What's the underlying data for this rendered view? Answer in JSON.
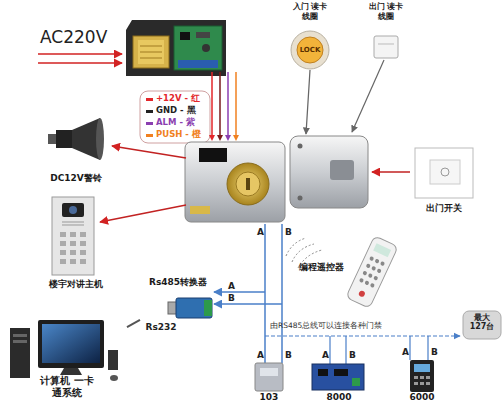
{
  "diagram": {
    "nodes": [
      {
        "text": [
          "入门 读卡线圈",
          "LOCK"
        ]
      },
      {
        "text": [
          "出门 读卡线圈"
        ]
      },
      {
        "text": [
          "DC12V警铃"
        ]
      },
      {
        "text": [
          "出门开关"
        ]
      },
      {
        "text": [
          "楼宇对讲主机"
        ]
      },
      {
        "text": [
          "编程遥控器"
        ]
      },
      {
        "text": [
          "Rs485转换器"
        ]
      },
      {
        "text": [
          "计算机 一卡通系统"
        ]
      },
      {
        "text": [
          "103"
        ]
      },
      {
        "text": [
          "8000"
        ]
      },
      {
        "text": [
          "6000"
        ]
      }
    ],
    "edges": [
      {
        "from": 7,
        "to": 6,
        "label": "Rs232",
        "arrow": "none"
      }
    ],
    "labels": [
      "AC220V",
      "A",
      "B",
      "A",
      "B",
      "由RS485总线可以连接各种门禁",
      "最大 127台",
      "A",
      "B",
      "A",
      "B",
      "A",
      "B"
    ],
    "legend": [
      {
        "text": "+12V - 红",
        "color": "#e3262a"
      },
      {
        "text": "GND - 黑",
        "color": "#222222"
      },
      {
        "text": "ALM - 紫",
        "color": "#8b3fb0"
      },
      {
        "text": "PUSH - 橙",
        "color": "#f08020"
      }
    ]
  }
}
